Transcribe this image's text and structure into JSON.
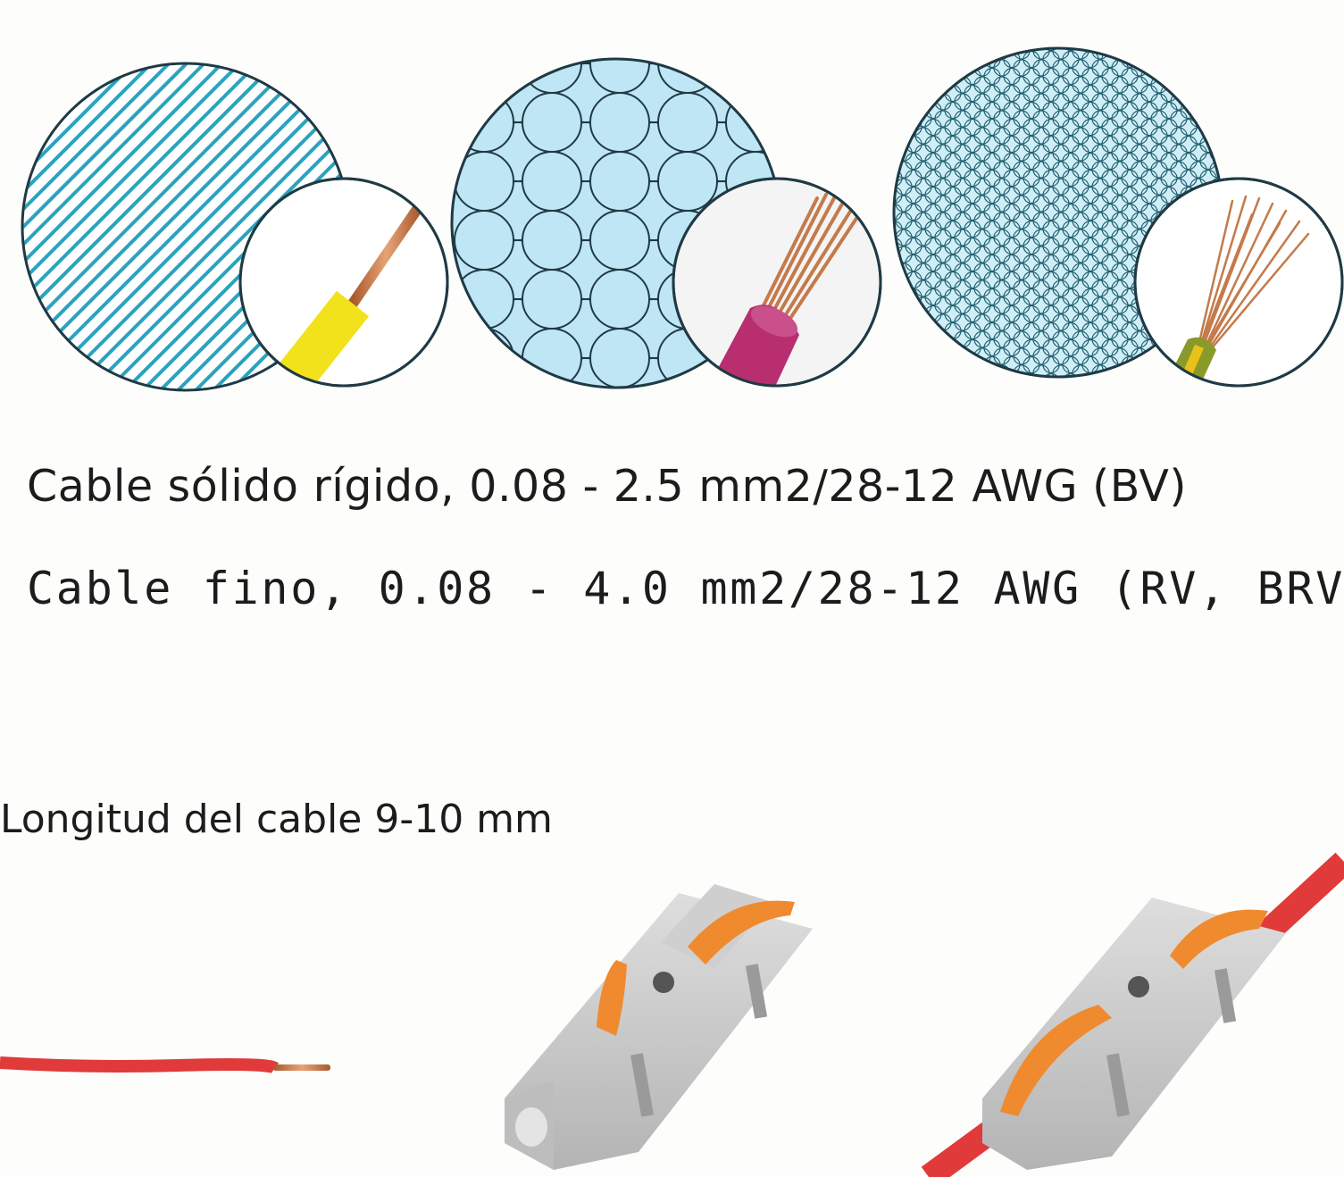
{
  "wire_types": [
    {
      "name": "solid-wire-cross-section",
      "insulation_color": "#f2e21c",
      "pattern": "diagonal-lines"
    },
    {
      "name": "stranded-wire-cross-section",
      "insulation_color": "#b82e6e",
      "pattern": "large-circles"
    },
    {
      "name": "fine-stranded-wire-cross-section",
      "insulation_color": "#8a9a2a",
      "pattern": "small-circles"
    }
  ],
  "specs": {
    "solid": "Cable sólido rígido, 0.08 - 2.5 mm2/28-12 AWG (BV)",
    "fine": "Cable fino, 0.08 - 4.0 mm2/28-12 AWG (RV, BRV)"
  },
  "strip": {
    "label": "Longitud del cable 9-10 mm"
  },
  "colors": {
    "pattern_blue": "#2aa3c0",
    "pattern_fill": "#bfe6f5",
    "copper": "#c47a4a",
    "wire_red": "#e03a3a",
    "connector_gray": "#c8c8c8",
    "lever_orange": "#f08a2e"
  }
}
